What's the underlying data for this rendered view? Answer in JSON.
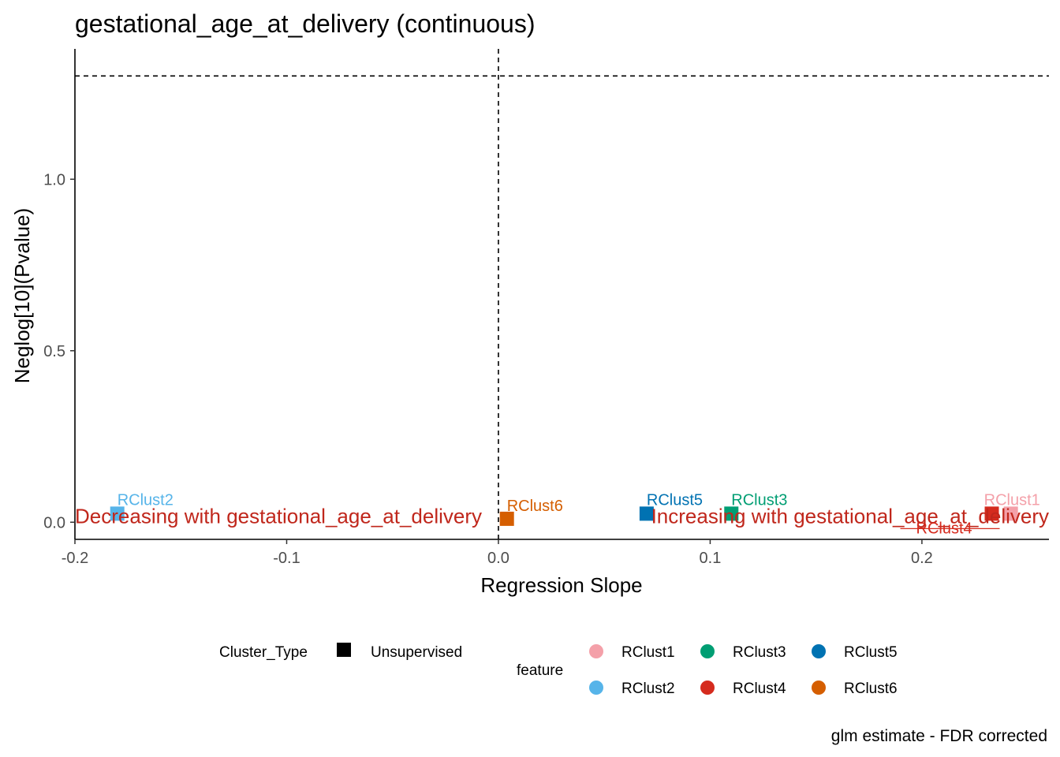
{
  "chart_data": {
    "type": "scatter",
    "title": "gestational_age_at_delivery (continuous)",
    "xlabel": "Regression Slope",
    "ylabel": "Neglog[10](Pvalue)",
    "caption": "glm estimate - FDR corrected",
    "xlim": [
      -0.2,
      0.26
    ],
    "ylim": [
      -0.05,
      1.38
    ],
    "x_ticks": [
      -0.2,
      -0.1,
      0.0,
      0.1,
      0.2
    ],
    "x_tick_labels": [
      "-0.2",
      "-0.1",
      "0.0",
      "0.1",
      "0.2"
    ],
    "y_ticks": [
      0.0,
      0.5,
      1.0
    ],
    "y_tick_labels": [
      "0.0",
      "0.5",
      "1.0"
    ],
    "reference_lines": {
      "vertical_x": 0.0,
      "horizontal_y": 1.301
    },
    "grid": false,
    "series": [
      {
        "name": "RClust1",
        "x": 0.242,
        "y": 0.025,
        "color": "#F4A0A9"
      },
      {
        "name": "RClust2",
        "x": -0.18,
        "y": 0.025,
        "color": "#56B4E9"
      },
      {
        "name": "RClust3",
        "x": 0.11,
        "y": 0.025,
        "color": "#009E73"
      },
      {
        "name": "RClust4",
        "x": 0.233,
        "y": 0.025,
        "color": "#D52B1E"
      },
      {
        "name": "RClust5",
        "x": 0.07,
        "y": 0.025,
        "color": "#0072B2"
      },
      {
        "name": "RClust6",
        "x": 0.004,
        "y": 0.01,
        "color": "#D55E00"
      }
    ],
    "annotations": [
      {
        "text": "Decreasing with gestational_age_at_delivery",
        "x": -0.2,
        "y": 0.015,
        "anchor": "start",
        "color": "#C0271C"
      },
      {
        "text": "Increasing with gestational_age_at_delivery",
        "x": 0.26,
        "y": 0.015,
        "anchor": "end",
        "color": "#C0271C"
      }
    ],
    "legend": {
      "placement": "bottom",
      "shape": {
        "title": "Cluster_Type",
        "items": [
          {
            "label": "Unsupervised",
            "symbol": "square",
            "color": "#000000"
          }
        ]
      },
      "color": {
        "title": "feature",
        "items": [
          {
            "label": "RClust1",
            "color": "#F4A0A9"
          },
          {
            "label": "RClust2",
            "color": "#56B4E9"
          },
          {
            "label": "RClust3",
            "color": "#009E73"
          },
          {
            "label": "RClust4",
            "color": "#D52B1E"
          },
          {
            "label": "RClust5",
            "color": "#0072B2"
          },
          {
            "label": "RClust6",
            "color": "#D55E00"
          }
        ]
      }
    }
  }
}
